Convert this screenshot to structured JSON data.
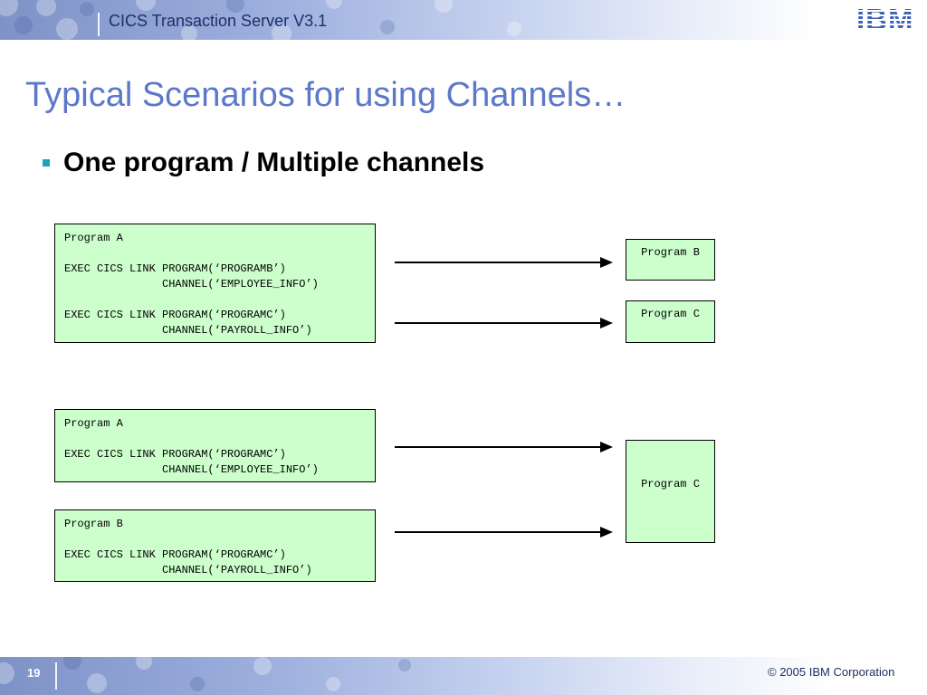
{
  "header": {
    "title": "CICS Transaction Server V3.1",
    "logo_text": "IBM"
  },
  "slide": {
    "title": "Typical Scenarios for using Channels…",
    "bullet": "One program / Multiple channels"
  },
  "scenario1": {
    "caller": {
      "name": "Program A",
      "link1_cmd": "EXEC CICS LINK PROGRAM(‘PROGRAMB’)",
      "link1_channel": "               CHANNEL(‘EMPLOYEE_INFO’)",
      "link2_cmd": "EXEC CICS LINK PROGRAM(‘PROGRAMC’)",
      "link2_channel": "               CHANNEL(‘PAYROLL_INFO’)"
    },
    "target1": "Program B",
    "target2": "Program C"
  },
  "scenario2": {
    "caller1": {
      "name": "Program A",
      "link_cmd": "EXEC CICS LINK PROGRAM(‘PROGRAMC’)",
      "link_channel": "               CHANNEL(‘EMPLOYEE_INFO’)"
    },
    "caller2": {
      "name": "Program B",
      "link_cmd": "EXEC CICS LINK PROGRAM(‘PROGRAMC’)",
      "link_channel": "               CHANNEL(‘PAYROLL_INFO’)"
    },
    "target": "Program C"
  },
  "footer": {
    "page_number": "19",
    "copyright": "© 2005 IBM Corporation"
  },
  "colors": {
    "title": "#5b78c9",
    "box_fill": "#ccffcc",
    "bullet": "#19a4b9",
    "header_text": "#1f2f67"
  }
}
